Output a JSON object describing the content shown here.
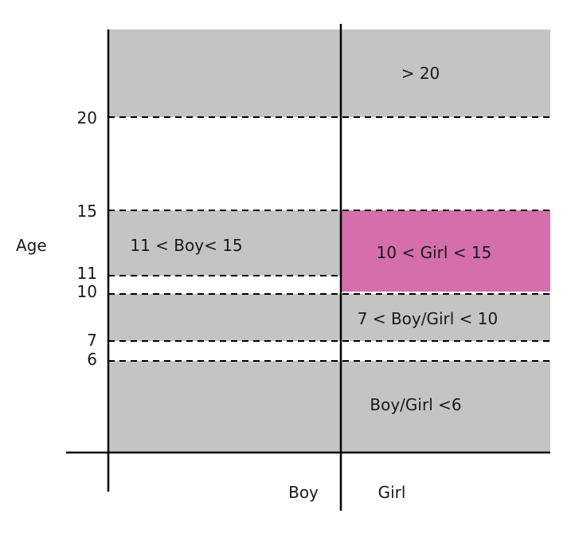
{
  "labels": {
    "y_axis_title": "Age",
    "column_boy": "Boy",
    "column_girl": "Girl"
  },
  "ticks": {
    "t20": "20",
    "t15": "15",
    "t11": "11",
    "t10": "10",
    "t7": "7",
    "t6": "6"
  },
  "regions": {
    "over_20": "> 20",
    "boy_11_15": "11 < Boy< 15",
    "girl_10_15": "10 < Girl < 15",
    "boy_girl_7_10": "7 < Boy/Girl < 10",
    "boy_girl_under_6": "Boy/Girl <6"
  },
  "colors": {
    "region_fill": "#c4c4c3",
    "highlight_fill": "#d46fab",
    "line": "#000000"
  }
}
